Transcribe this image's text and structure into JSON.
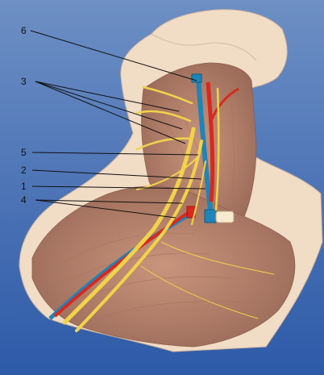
{
  "labels": [
    {
      "id": "6",
      "text": "6"
    },
    {
      "id": "3",
      "text": "3"
    },
    {
      "id": "5",
      "text": "5"
    },
    {
      "id": "2",
      "text": "2"
    },
    {
      "id": "1",
      "text": "1"
    },
    {
      "id": "4",
      "text": "4"
    }
  ],
  "colors": {
    "background_top": "#6d8fc4",
    "background_bottom": "#2d5aa8",
    "skin": "#f1dcc6",
    "muscle": "#b98670",
    "nerve": "#f0d34a",
    "artery": "#d9281e",
    "vein": "#1f84b8",
    "leader_line": "#111111"
  }
}
